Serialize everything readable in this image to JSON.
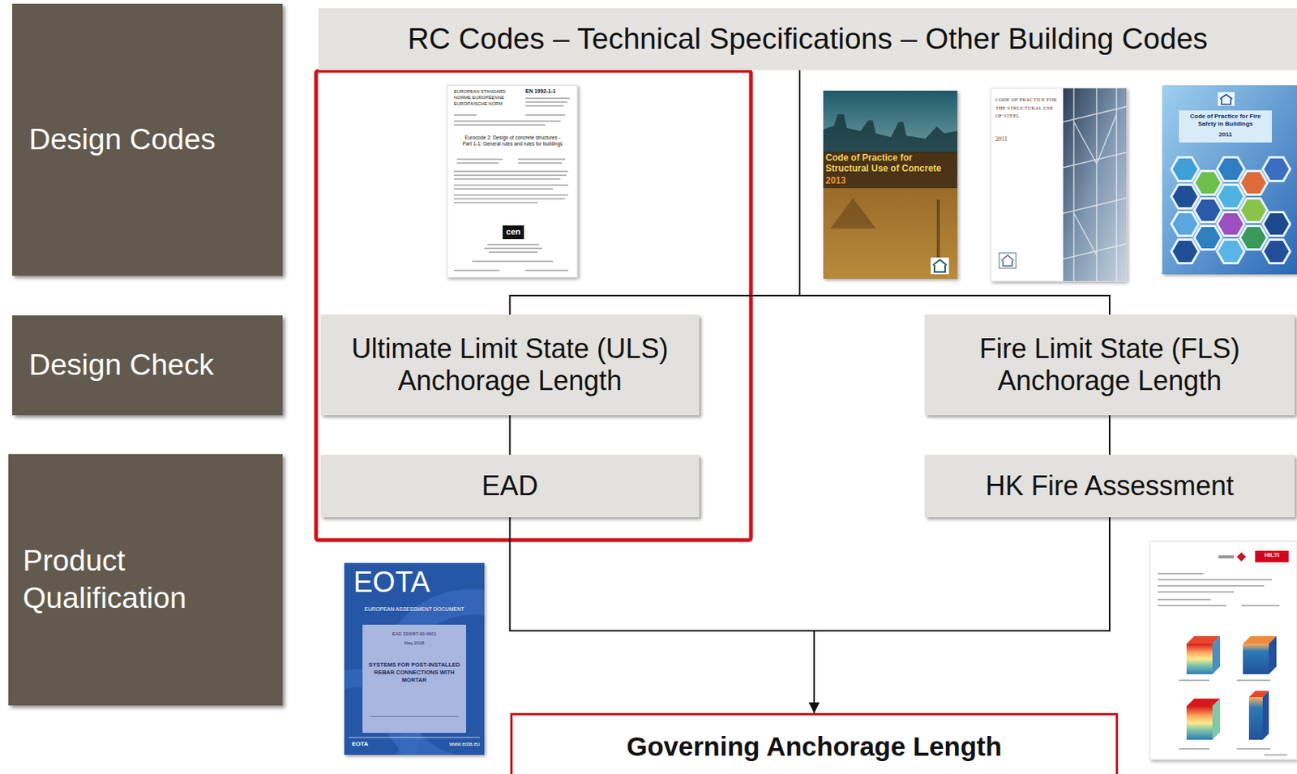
{
  "diagram": {
    "nodes": [
      {
        "text": [
          "Design Codes"
        ]
      },
      {
        "text": [
          "Design Check"
        ]
      },
      {
        "text": [
          "Product Qualification"
        ]
      },
      {
        "text": [
          "RC Codes – Technical Specifications – Other Building Codes"
        ]
      },
      {
        "text": [
          "Ultimate Limit State (ULS) Anchorage Length"
        ]
      },
      {
        "text": [
          "Fire Limit State (FLS) Anchorage Length"
        ]
      },
      {
        "text": [
          "EAD"
        ]
      },
      {
        "text": [
          "HK Fire Assessment"
        ]
      },
      {
        "text": [
          "Governing Anchorage Length"
        ]
      }
    ],
    "edges": [
      {
        "from": 3,
        "to": 4,
        "arrow": "none"
      },
      {
        "from": 3,
        "to": 5,
        "arrow": "none"
      },
      {
        "from": 4,
        "to": 6,
        "arrow": "none"
      },
      {
        "from": 5,
        "to": 7,
        "arrow": "none"
      },
      {
        "from": 6,
        "to": 8,
        "arrow": "to"
      },
      {
        "from": 7,
        "to": 8,
        "arrow": "to"
      }
    ],
    "labels": [
      "EUROPEAN STANDARD",
      "NORME EUROPÉENNE",
      "EUROPÄISCHE NORM",
      "EN 1992-1-1",
      "Eurocode 2: Design of concrete structures - Part 1-1: General rules and rules for buildings",
      "cen",
      "Code of Practice for Structural Use of Concrete",
      "2013",
      "CODE OF PRACTICE FOR THE STRUCTURAL USE OF STEEL",
      "2011",
      "Code of Practice for Fire Safety in Buildings",
      "2011",
      "EOTA",
      "EUROPEAN ASSESSMENT DOCUMENT",
      "EAD 330087-00-0601",
      "May 2018",
      "SYSTEMS FOR POST-INSTALLED REBAR CONNECTIONS WITH MORTAR",
      "EOTA",
      "www.eota.eu",
      "HILTI"
    ]
  }
}
